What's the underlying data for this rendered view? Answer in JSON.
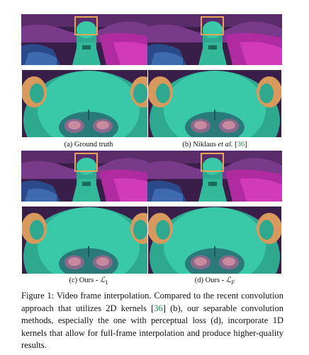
{
  "figure": {
    "panels": [
      {
        "id": "a",
        "caption_prefix": "(a) ",
        "caption_main": "Ground truth",
        "caption_italic": "",
        "caption_ref": "",
        "caption_suffix": ""
      },
      {
        "id": "b",
        "caption_prefix": "(b) ",
        "caption_main": "Niklaus ",
        "caption_italic": "et al.",
        "caption_ref": "36",
        "caption_suffix": ""
      },
      {
        "id": "c",
        "caption_prefix": "(c) ",
        "caption_main": "Ours - ",
        "caption_italic": "ℒ",
        "caption_ref": "",
        "caption_suffix": "1"
      },
      {
        "id": "d",
        "caption_prefix": "(d) ",
        "caption_main": "Ours - ",
        "caption_italic": "ℒ",
        "caption_ref": "",
        "caption_suffix": "F"
      }
    ],
    "caption": {
      "label": "Figure 1:",
      "text_before_ref": " Video frame interpolation. Compared to the recent convolution approach that utilizes 2D kernels ",
      "ref": "36",
      "text_after_ref": " (b), our separable convolution methods, especially the one with perceptual loss (d), incorporate 1D kernels that allow for full-frame interpolation and produce higher-quality results."
    },
    "colors": {
      "citation": "#2e8b57",
      "highlight_box": "#e6a552",
      "teal": "#39c9a8",
      "magenta": "#b02aa0",
      "dark_purple": "#3a1e4a"
    }
  }
}
